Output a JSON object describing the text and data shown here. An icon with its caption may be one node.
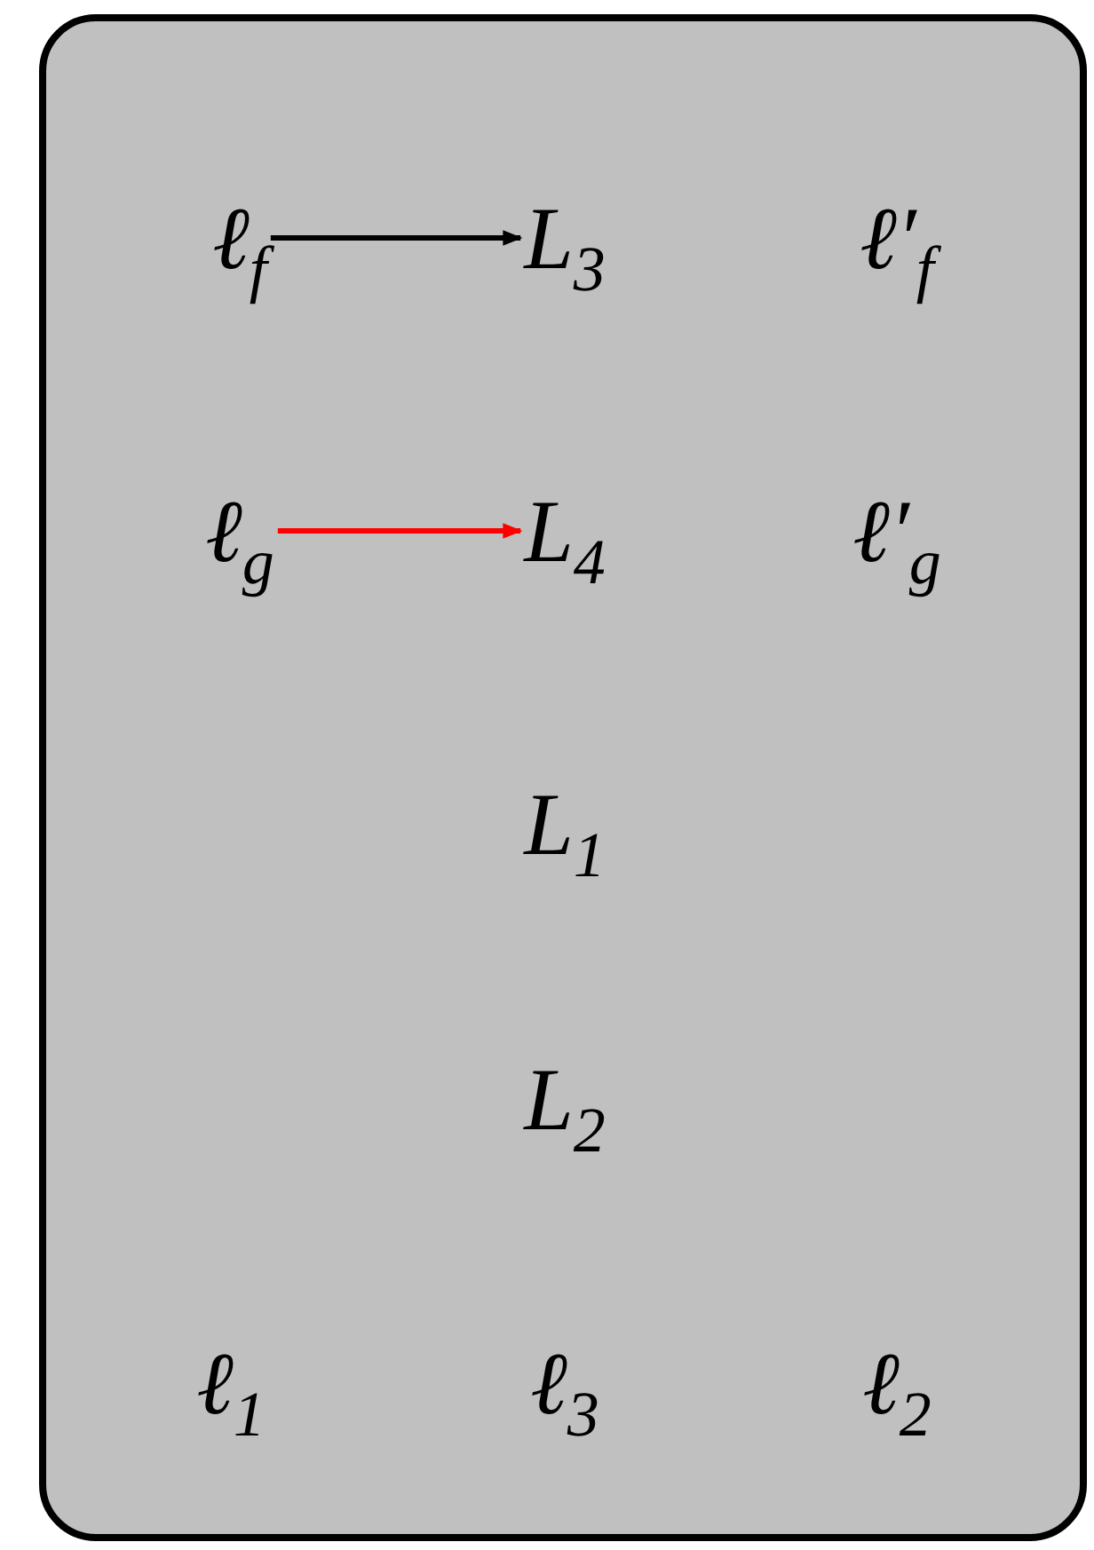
{
  "diagram": {
    "nodes": [
      {
        "text": [],
        "shape": "box"
      },
      {
        "text": [
          "ℓ$_{f}$"
        ],
        "in": 0
      },
      {
        "text": [
          "L$_{3}$"
        ],
        "in": 0
      },
      {
        "text": [
          "ℓ′$_{f}$"
        ],
        "in": 0
      },
      {
        "text": [
          "ℓ$_{g}$"
        ],
        "in": 0
      },
      {
        "text": [
          "L$_{4}$"
        ],
        "in": 0
      },
      {
        "text": [
          "ℓ′$_{g}$"
        ],
        "in": 0
      },
      {
        "text": [
          "L$_{1}$"
        ],
        "in": 0
      },
      {
        "text": [
          "L$_{2}$"
        ],
        "in": 0
      },
      {
        "text": [
          "ℓ$_{1}$"
        ],
        "in": 0
      },
      {
        "text": [
          "ℓ$_{3}$"
        ],
        "in": 0
      },
      {
        "text": [
          "ℓ$_{2}$"
        ],
        "in": 0
      }
    ],
    "edges": [
      {
        "from": 1,
        "to": 2,
        "arrow": "to"
      },
      {
        "from": 4,
        "to": 5,
        "arrow": "to",
        "color": "#ff0000"
      }
    ]
  }
}
